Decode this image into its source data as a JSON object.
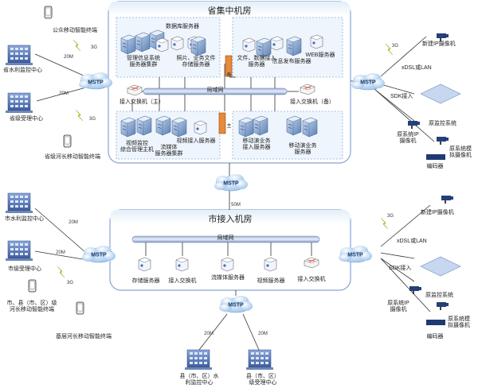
{
  "province_room": {
    "title": "省集中机房",
    "lan_label": "局域网",
    "servers_db": "数据库服务器",
    "servers_mgmt": "管理信息系统\n服务器集群",
    "servers_media": "照片、业务文件\n存储服务器",
    "servers_file": "文件、数据接入\n服务器",
    "servers_info": "信息发布服务器",
    "servers_web": "WEB服务器",
    "switch_main": "接入交换机（主）",
    "switch_backup": "接入交换机（备）",
    "firewall_top_char": "备",
    "firewall_bot_char": "主",
    "servers_video_mgmt": "视频监控\n综合管理主机",
    "servers_stream": "流媒体\n服务器集群",
    "servers_video_in": "视频接入服务器",
    "servers_mobile_in": "移动演业务\n接入服务器",
    "servers_mobile_svc": "移动演业务\n服务器"
  },
  "city_room": {
    "title": "市接入机房",
    "lan_label": "局域网",
    "storage": "存储服务器",
    "switch1": "接入交换机",
    "stream": "流媒体服务器",
    "video_in": "视频服务器",
    "switch2": "接入交换机"
  },
  "clouds": {
    "label": "MSTP"
  },
  "bandwidth": {
    "m20": "20M",
    "m50": "50M",
    "g3": "3G"
  },
  "left_top": {
    "public_mobile": "公众移动智能终端",
    "water_center": "省水利监控中心",
    "accept_center": "省级受理中心",
    "river_chief": "省级河长移动智能终端"
  },
  "left_bottom": {
    "city_water": "市水利监控中心",
    "city_accept": "市级受理中心",
    "county_chief": "市、县（市、区）级\n河长移动智能终端",
    "grass_chief": "基层河长移动智能终端"
  },
  "bottom": {
    "county_water": "县（市、区）水\n利监控中心",
    "county_accept": "县（市、区）\n级受理中心"
  },
  "right_top": {
    "new_ip": "新建IP摄像机",
    "xdsl": "xDSL或LAN",
    "sdk": "SDK接入",
    "orig_monitor": "原监控系统",
    "orig_ip": "原系统IP\n摄像机",
    "orig_analog": "原系统模\n拟摄像机",
    "encoder": "编码器"
  },
  "right_bottom": {
    "new_ip": "新建IP摄像机",
    "xdsl": "xDSL或LAN",
    "sdk": "SDK接入",
    "orig_monitor": "原监控系统",
    "orig_ip": "原系统IP\n摄像机",
    "orig_analog": "原系统模\n拟摄像机",
    "encoder": "编码器"
  }
}
